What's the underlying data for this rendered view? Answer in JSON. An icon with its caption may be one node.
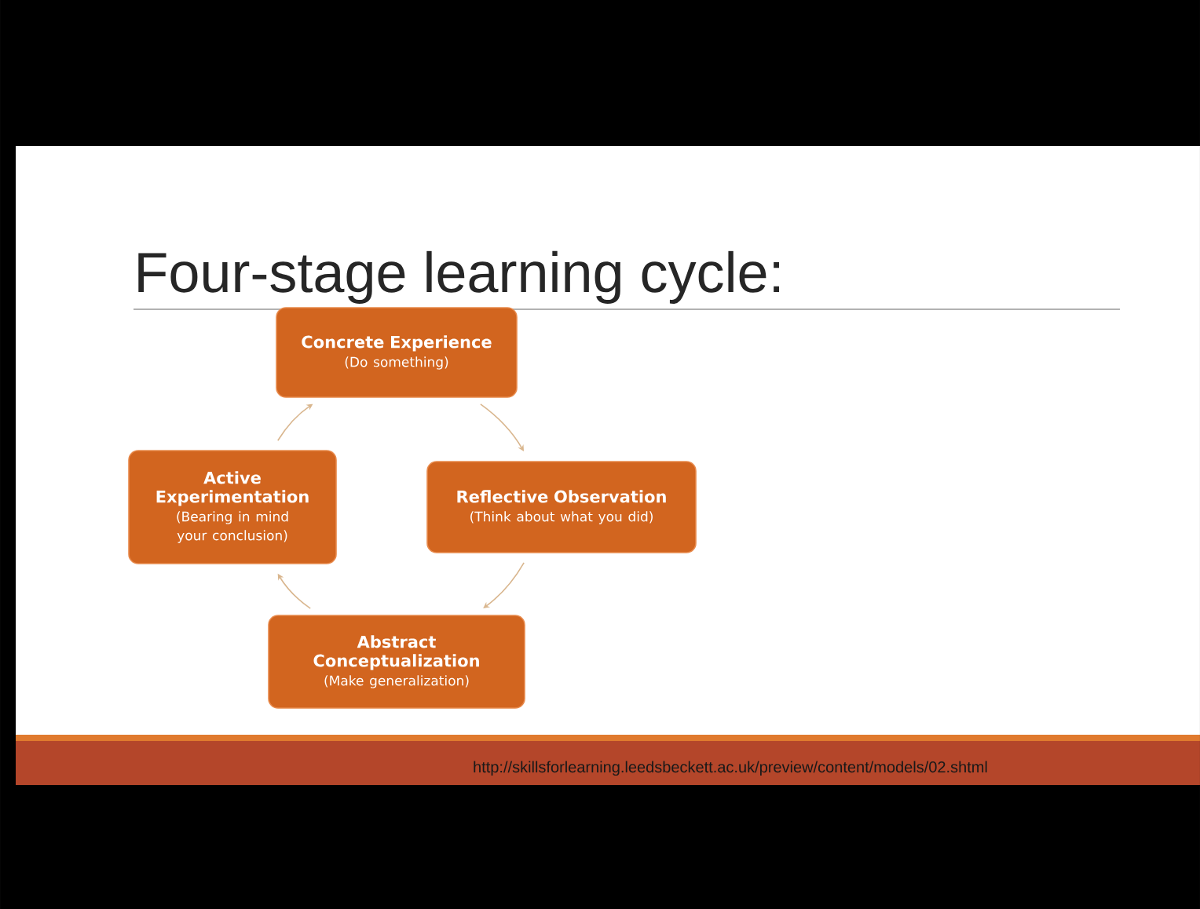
{
  "diagram": {
    "title": "Four-stage learning cycle:",
    "nodes": [
      {
        "text": [
          "Concrete Experience",
          "(Do something)"
        ]
      },
      {
        "text": [
          "Active Experimentation",
          "(Bearing in mind your conclusion)"
        ]
      },
      {
        "text": [
          "Reflective Observation",
          "(Think about what you did)"
        ]
      },
      {
        "text": [
          "Abstract Conceptualization",
          "(Make generalization)"
        ]
      }
    ],
    "edges": [
      {
        "from": 0,
        "to": 2,
        "arrow": "to"
      },
      {
        "from": 2,
        "to": 3,
        "arrow": "to"
      },
      {
        "from": 3,
        "to": 1,
        "arrow": "to"
      },
      {
        "from": 1,
        "to": 0,
        "arrow": "to"
      }
    ],
    "labels": [
      "http://skillsforlearning.leedsbeckett.ac.uk/preview/content/models/02.shtml"
    ]
  }
}
